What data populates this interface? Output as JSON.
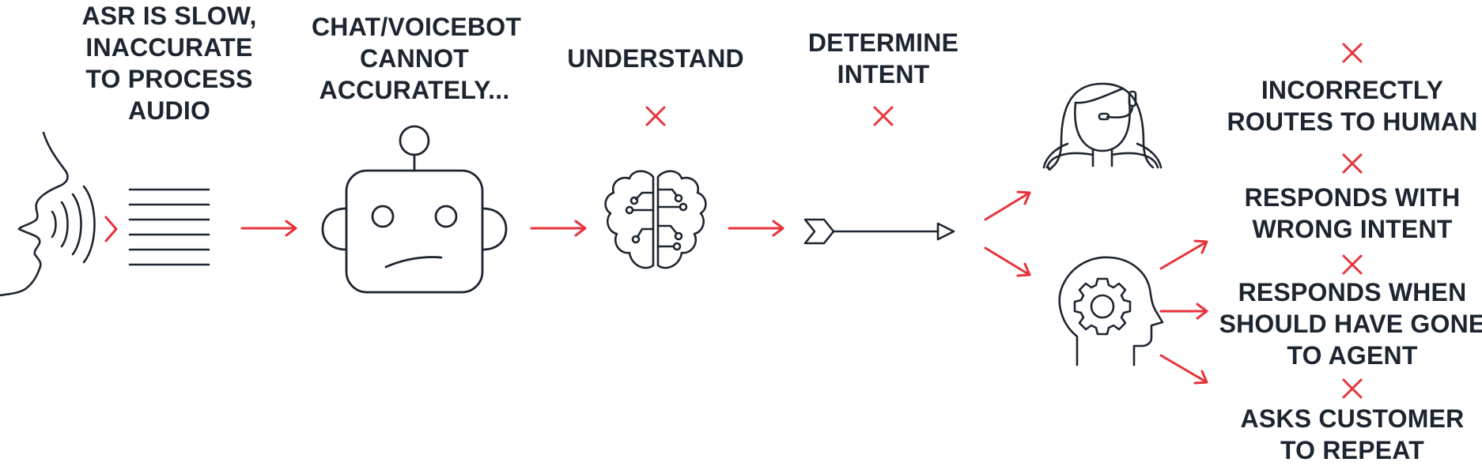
{
  "colors": {
    "ink": "#1d2530",
    "accent": "#e8333b",
    "background": "#ffffff"
  },
  "steps": [
    {
      "id": "asr",
      "icon": "speaking-face-icon",
      "lines": [
        "ASR IS SLOW,",
        "INACCURATE",
        "TO PROCESS",
        "AUDIO"
      ]
    },
    {
      "id": "bot",
      "icon": "confused-robot-icon",
      "lines": [
        "CHAT/VOICEBOT",
        "CANNOT",
        "ACCURATELY..."
      ]
    },
    {
      "id": "understand",
      "icon": "brain-circuit-icon",
      "lines": [
        "UNDERSTAND"
      ],
      "failed": true
    },
    {
      "id": "intent",
      "icon": "intent-arrow-icon",
      "lines": [
        "DETERMINE",
        "INTENT"
      ],
      "failed": true
    }
  ],
  "branches": {
    "human": {
      "icon": "human-agent-headset-icon",
      "outcomes": [
        {
          "lines": [
            "INCORRECTLY",
            "ROUTES TO HUMAN"
          ],
          "failed": true
        }
      ]
    },
    "bot": {
      "icon": "bot-head-gear-icon",
      "outcomes": [
        {
          "lines": [
            "RESPONDS WITH",
            "WRONG INTENT"
          ],
          "failed": true
        },
        {
          "lines": [
            "RESPONDS WHEN",
            "SHOULD HAVE GONE",
            "TO AGENT"
          ],
          "failed": true
        },
        {
          "lines": [
            "ASKS CUSTOMER",
            "TO REPEAT"
          ],
          "failed": true
        }
      ]
    }
  }
}
